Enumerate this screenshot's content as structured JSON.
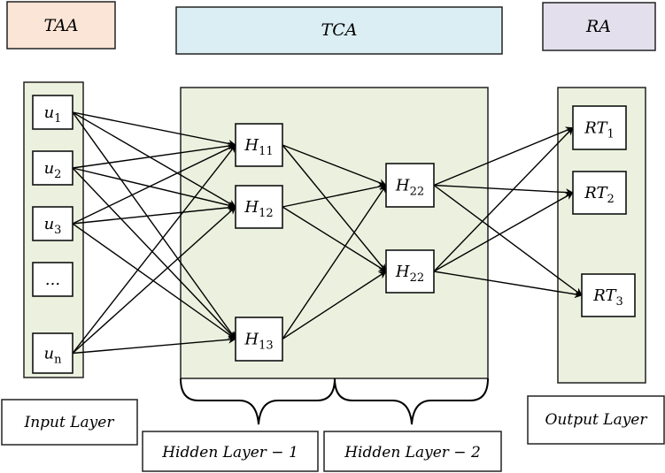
{
  "headers": {
    "taa": {
      "label": "TAA",
      "color": "#fbe5d6"
    },
    "tca": {
      "label": "TCA",
      "color": "#dbeef4"
    },
    "ra": {
      "label": "RA",
      "color": "#e4dfec"
    }
  },
  "panel_color": "#ebf1de",
  "nodes": {
    "u1": {
      "base": "u",
      "sub": "1"
    },
    "u2": {
      "base": "u",
      "sub": "2"
    },
    "u3": {
      "base": "u",
      "sub": "3"
    },
    "dots": {
      "base": "...",
      "sub": ""
    },
    "un": {
      "base": "u",
      "sub": "n"
    },
    "h11": {
      "base": "H",
      "sub": "11"
    },
    "h12": {
      "base": "H",
      "sub": "12"
    },
    "h13": {
      "base": "H",
      "sub": "13"
    },
    "h22a": {
      "base": "H",
      "sub": "22"
    },
    "h22b": {
      "base": "H",
      "sub": "22"
    },
    "rt1": {
      "base": "RT",
      "sub": "1"
    },
    "rt2": {
      "base": "RT",
      "sub": "2"
    },
    "rt3": {
      "base": "RT",
      "sub": "3"
    }
  },
  "edges": [
    [
      "u1",
      "h11"
    ],
    [
      "u1",
      "h12"
    ],
    [
      "u1",
      "h13"
    ],
    [
      "u2",
      "h11"
    ],
    [
      "u2",
      "h12"
    ],
    [
      "u2",
      "h13"
    ],
    [
      "u3",
      "h11"
    ],
    [
      "u3",
      "h12"
    ],
    [
      "u3",
      "h13"
    ],
    [
      "un",
      "h11"
    ],
    [
      "un",
      "h12"
    ],
    [
      "un",
      "h13"
    ],
    [
      "h11",
      "h22a"
    ],
    [
      "h11",
      "h22b"
    ],
    [
      "h12",
      "h22a"
    ],
    [
      "h12",
      "h22b"
    ],
    [
      "h13",
      "h22a"
    ],
    [
      "h13",
      "h22b"
    ],
    [
      "h22a",
      "rt1"
    ],
    [
      "h22a",
      "rt2"
    ],
    [
      "h22a",
      "rt3"
    ],
    [
      "h22b",
      "rt1"
    ],
    [
      "h22b",
      "rt2"
    ],
    [
      "h22b",
      "rt3"
    ]
  ],
  "layer_labels": {
    "input": "Input Layer",
    "hidden1": "Hidden Layer − 1",
    "hidden2": "Hidden Layer − 2",
    "output": "Output Layer"
  }
}
